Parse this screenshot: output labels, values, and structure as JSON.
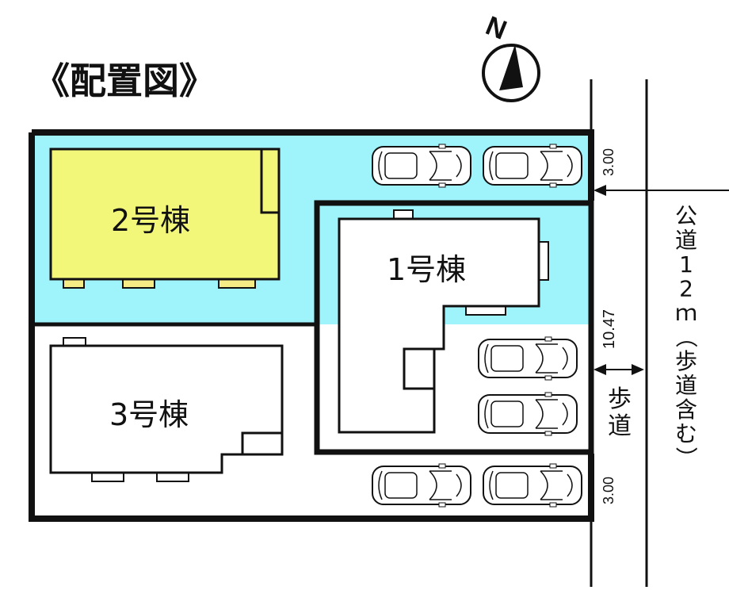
{
  "title": "《配置図》",
  "compass": {
    "north_label": "N",
    "icon": "north-arrow-icon"
  },
  "buildings": {
    "b1": "1号棟",
    "b2": "2号棟",
    "b3": "3号棟"
  },
  "road": {
    "public_road_label": "公道12ｍ（歩道含む）",
    "public_road_chars": [
      "公",
      "道",
      "1",
      "2",
      "ｍ",
      "（",
      "歩",
      "道",
      "含",
      "む",
      "）"
    ],
    "sidewalk_label": "歩道",
    "sidewalk_chars": [
      "歩",
      "道"
    ]
  },
  "dimensions": {
    "top_frontage": "3.00",
    "middle_frontage": "10.47",
    "bottom_frontage": "3.00"
  },
  "colors": {
    "lot2_fill": "#9ff3fb",
    "building2_fill": "#f2f77a",
    "window_fill": "#f5ec86",
    "outline": "#111111"
  },
  "parking": {
    "car_count": 6,
    "icon": "car-icon"
  }
}
